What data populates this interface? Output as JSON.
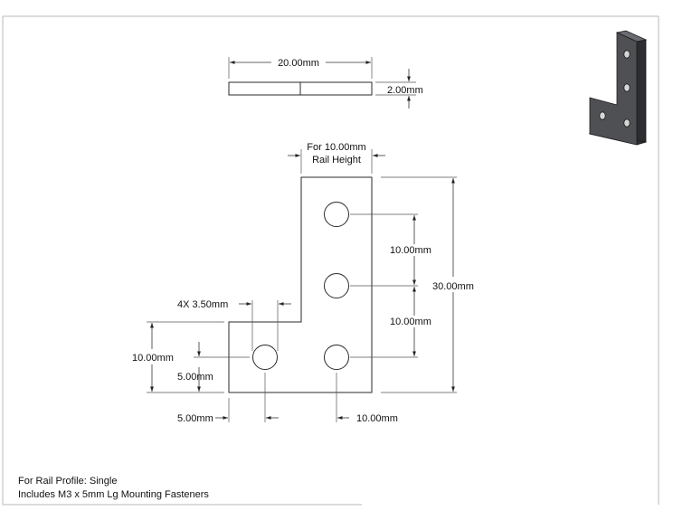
{
  "dimensions": {
    "width": "20.00mm",
    "thickness": "2.00mm",
    "rail_height_line1": "For 10.00mm",
    "rail_height_line2": "Rail Height",
    "hole_pitch_upper": "10.00mm",
    "hole_pitch_lower": "10.00mm",
    "overall_height": "30.00mm",
    "hole_callout": "4X 3.50mm",
    "leg_height": "10.00mm",
    "hole_y_offset": "5.00mm",
    "hole_x_offset": "5.00mm",
    "hole_x_spacing": "10.00mm"
  },
  "notes": {
    "line1": "For Rail Profile: Single",
    "line2": "Includes M3 x 5mm Lg Mounting Fasteners"
  },
  "colors": {
    "part_fill": "#4f5054",
    "line": "#2a2a2a"
  }
}
